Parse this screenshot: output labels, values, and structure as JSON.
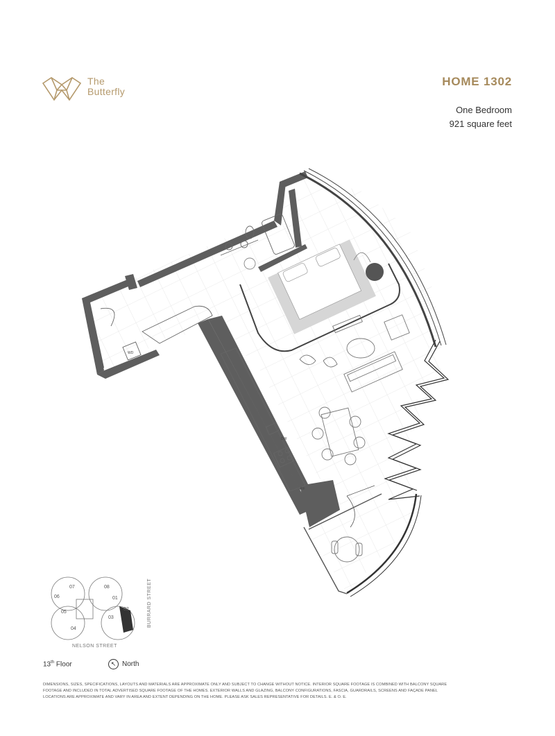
{
  "brand": {
    "line1": "The",
    "line2": "Butterfly",
    "color": "#b59a6d"
  },
  "home": {
    "title": "HOME 1302",
    "type": "One Bedroom",
    "area": "921 square feet"
  },
  "appliance_labels": {
    "washer_dryer": "WD",
    "fridge": "RF",
    "dishwasher": "DW"
  },
  "keyplan": {
    "units": [
      "07",
      "08",
      "06",
      "01",
      "05",
      "02",
      "04",
      "03"
    ],
    "street_bottom": "NELSON STREET",
    "street_side": "BURRARD STREET",
    "highlight_color": "#333333"
  },
  "floor": {
    "number": "13",
    "suffix": "th",
    "label": "Floor"
  },
  "north": {
    "label": "North",
    "icon": "north-arrow-icon"
  },
  "disclaimer": "DIMENSIONS, SIZES, SPECIFICATIONS, LAYOUTS AND MATERIALS ARE APPROXIMATE ONLY AND SUBJECT TO CHANGE WITHOUT NOTICE. INTERIOR SQUARE FOOTAGE IS COMBINED WITH BALCONY SQUARE FOOTAGE AND INCLUDED IN TOTAL ADVERTISED SQUARE FOOTAGE OF THE HOMES. EXTERIOR WALLS AND GLAZING, BALCONY CONFIGURATIONS, FASCIA, GUARDRAILS, SCREENS AND FAÇADE PANEL LOCATIONS ARE APPROXIMATE AND VARY IN AREA AND EXTENT DEPENDING ON THE HOME. PLEASE ASK SALES REPRESENTATIVE FOR DETAILS. E. & O. E."
}
